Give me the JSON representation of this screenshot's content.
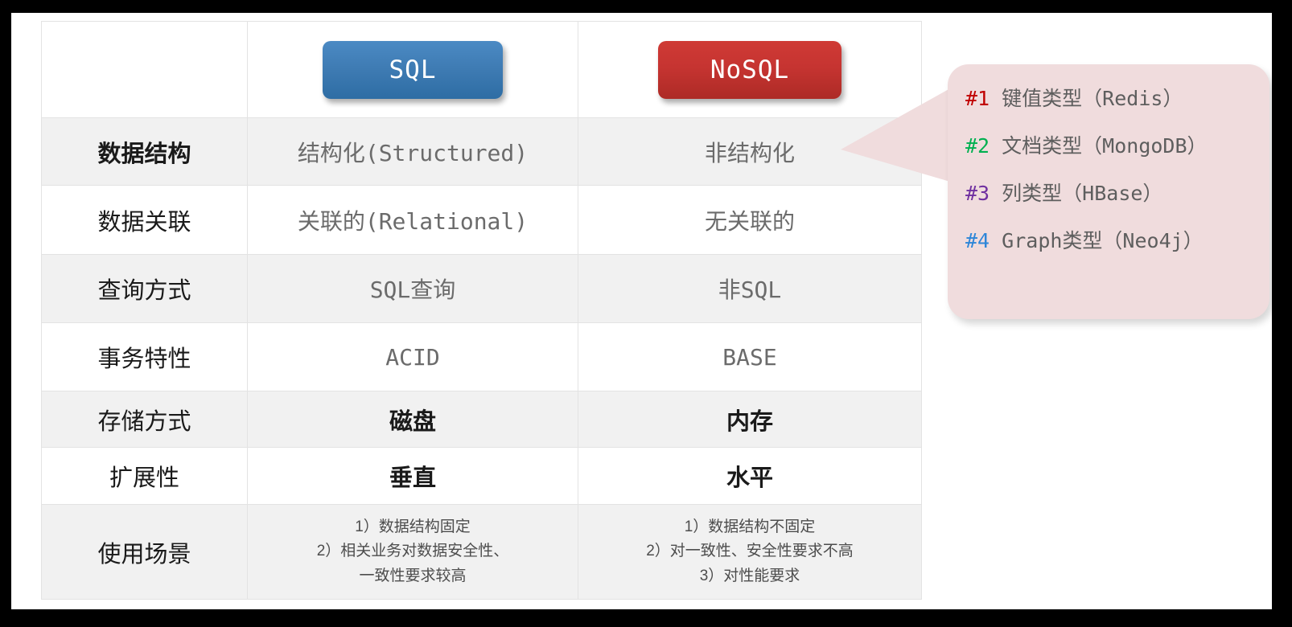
{
  "table": {
    "header": {
      "label_col": "",
      "sql_label": "SQL",
      "nosql_label": "NoSQL",
      "sql_color": "#2e6da4",
      "nosql_color": "#ad2b26"
    },
    "rows": [
      {
        "label": "数据结构",
        "sql": "结构化(Structured)",
        "nosql": "非结构化"
      },
      {
        "label": "数据关联",
        "sql": "关联的(Relational)",
        "nosql": "无关联的"
      },
      {
        "label": "查询方式",
        "sql": "SQL查询",
        "nosql": "非SQL"
      },
      {
        "label": "事务特性",
        "sql": "ACID",
        "nosql": "BASE"
      },
      {
        "label": "存储方式",
        "sql": "磁盘",
        "nosql": "内存"
      },
      {
        "label": "扩展性",
        "sql": "垂直",
        "nosql": "水平"
      }
    ],
    "scenario_row": {
      "label": "使用场景",
      "sql_lines": [
        "1）数据结构固定",
        "2）相关业务对数据安全性、",
        "一致性要求较高"
      ],
      "nosql_lines": [
        "1）数据结构不固定",
        "2）对一致性、安全性要求不高",
        "3）对性能要求"
      ]
    }
  },
  "callout": {
    "background_color": "#f0dcdd",
    "items": [
      {
        "num": "#1",
        "text": "键值类型（Redis）",
        "num_color": "#c00000"
      },
      {
        "num": "#2",
        "text": "文档类型（MongoDB）",
        "num_color": "#00b050"
      },
      {
        "num": "#3",
        "text": "列类型（HBase）",
        "num_color": "#7030a0"
      },
      {
        "num": "#4",
        "text": "Graph类型（Neo4j）",
        "num_color": "#2e86d8"
      }
    ]
  }
}
